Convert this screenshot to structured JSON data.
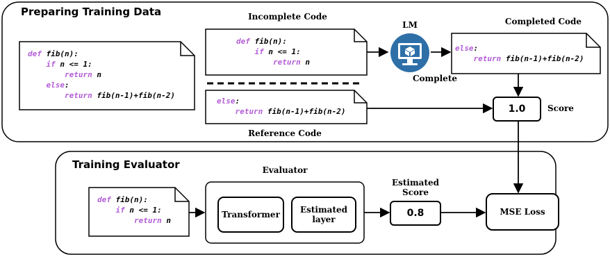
{
  "panels": {
    "preparing_title": "Preparing Training Data",
    "training_title": "Training Evaluator"
  },
  "labels": {
    "incomplete_code": "Incomplete Code",
    "lm": "LM",
    "completed_code": "Completed Code",
    "complete": "Complete",
    "reference_code": "Reference Code",
    "score": "Score",
    "evaluator": "Evaluator",
    "estimated_score": "Estimated\nScore"
  },
  "boxes": {
    "score_value": "1.0",
    "estimated_value": "0.8",
    "transformer": "Transformer",
    "estimated_layer": "Estimated\nlayer",
    "mse_loss": "MSE Loss"
  },
  "code": {
    "full_function": [
      [
        {
          "t": "def",
          "kw": true
        },
        {
          "t": " fib(n):"
        }
      ],
      [
        {
          "t": "    "
        },
        {
          "t": "if",
          "kw": true
        },
        {
          "t": " n <= 1:"
        }
      ],
      [
        {
          "t": "        "
        },
        {
          "t": "return",
          "kw": true
        },
        {
          "t": " n"
        }
      ],
      [
        {
          "t": "    "
        },
        {
          "t": "else",
          "kw": true
        },
        {
          "t": ":"
        }
      ],
      [
        {
          "t": "        "
        },
        {
          "t": "return",
          "kw": true
        },
        {
          "t": " fib(n-1)+fib(n-2)"
        }
      ]
    ],
    "incomplete": [
      [
        {
          "t": "def",
          "kw": true
        },
        {
          "t": " fib(n):"
        }
      ],
      [
        {
          "t": "    "
        },
        {
          "t": "if",
          "kw": true
        },
        {
          "t": " n <= 1:"
        }
      ],
      [
        {
          "t": "        "
        },
        {
          "t": "return",
          "kw": true
        },
        {
          "t": " n"
        }
      ]
    ],
    "completed": [
      [
        {
          "t": "else",
          "kw": true
        },
        {
          "t": ":"
        }
      ],
      [
        {
          "t": "    "
        },
        {
          "t": "return",
          "kw": true
        },
        {
          "t": " fib(n-1)+fib(n-2)"
        }
      ]
    ],
    "reference": [
      [
        {
          "t": "else",
          "kw": true
        },
        {
          "t": ":"
        }
      ],
      [
        {
          "t": "    "
        },
        {
          "t": "return",
          "kw": true
        },
        {
          "t": " fib(n-1)+fib(n-2)"
        }
      ]
    ],
    "evaluator_input": [
      [
        {
          "t": "def",
          "kw": true
        },
        {
          "t": " fib(n):"
        }
      ],
      [
        {
          "t": "    "
        },
        {
          "t": "if",
          "kw": true
        },
        {
          "t": " n <= 1:"
        }
      ],
      [
        {
          "t": "        "
        },
        {
          "t": "return",
          "kw": true
        },
        {
          "t": " n"
        }
      ]
    ]
  },
  "colors": {
    "keyword": "#b25ed6",
    "monitor": "#2e6fa8"
  },
  "icons": {
    "lm": "monitor-cube-icon"
  }
}
